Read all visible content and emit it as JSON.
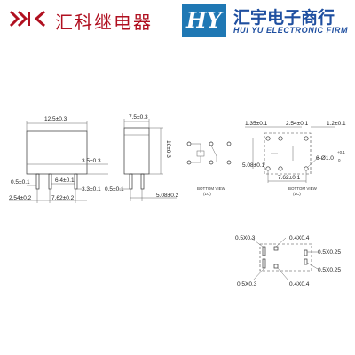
{
  "brand_left": {
    "name": "汇科继电器"
  },
  "brand_right": {
    "name": "汇宇电子商行",
    "subtitle": "HUI YU ELECTRONIC FIRM",
    "badge_letters": "HY"
  },
  "colors": {
    "brand_red": "#b01020",
    "brand_blue": "#1f78b4",
    "line": "#333333"
  },
  "front_view": {
    "width": "12.5±0.3",
    "height_upper": "3.5±0.3",
    "pin_offset": "6.4±0.1",
    "pin_width": "0.5±0.1",
    "pin_length": "3.3±0.1",
    "pitch_left": "2.54±0.2",
    "pitch_right": "7.62±0.2"
  },
  "side_view": {
    "width": "7.5±0.3",
    "height": "10±0.3",
    "pin_width": "0.5±0.1",
    "pin_pitch": "5.08±0.2"
  },
  "schematic": {
    "caption": "BOTTOM VIEW",
    "sub": "(1C)"
  },
  "pcb_layout": {
    "dim_top_left": "1.35±0.1",
    "dim_top_mid": "2.54±0.1",
    "dim_top_right": "1.2±0.1",
    "dim_left": "5.08±0.1",
    "dim_hole": "6-Ø1.0",
    "hole_tol_plus": "+0.1",
    "hole_tol_zero": "0",
    "dim_bottom": "7.62±0.1",
    "caption": "BOTTOM VIEW",
    "sub": "(1C)"
  },
  "pin_detail": {
    "top_left": "0.5X0.3",
    "top_mid": "0.4X0.4",
    "right_upper": "0.5X0.25",
    "right_lower": "0.5X0.25",
    "bottom_left": "0.5X0.3",
    "bottom_mid": "0.4X0.4"
  }
}
